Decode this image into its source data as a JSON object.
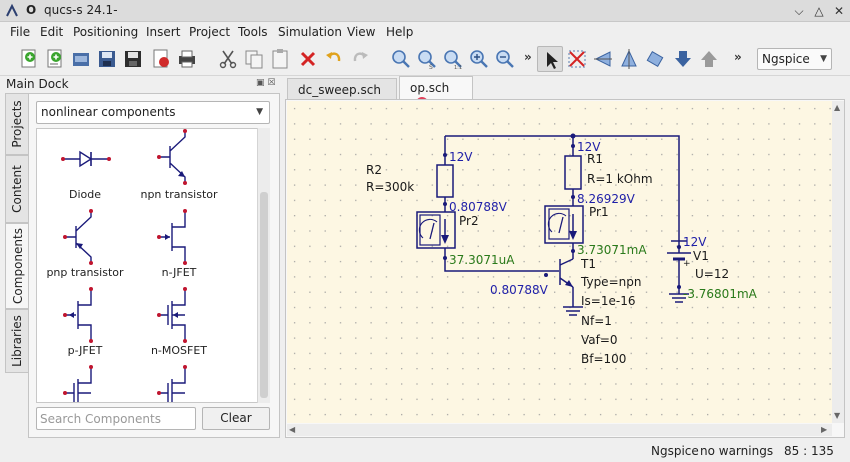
{
  "window": {
    "title": "qucs-s 24.1-",
    "o_mark": "O"
  },
  "menu": [
    "File",
    "Edit",
    "Positioning",
    "Insert",
    "Project",
    "Tools",
    "Simulation",
    "View",
    "Help"
  ],
  "toolbar": {
    "icons": [
      "new-file-icon",
      "new-text-icon",
      "open-icon",
      "save-icon",
      "save-all-icon",
      "print-preview-icon",
      "print-icon",
      "cut-icon",
      "copy-icon",
      "paste-icon",
      "delete-icon",
      "undo-icon",
      "redo-icon",
      "zoom-fit-icon",
      "zoom-selection-icon",
      "zoom-1to1-icon",
      "zoom-in-icon",
      "zoom-out-icon",
      "select-icon",
      "deactivate-icon",
      "mirror-x-icon",
      "mirror-y-icon",
      "rotate-icon",
      "enter-subcircuit-icon",
      "leave-subcircuit-icon"
    ],
    "overflow_label": "»",
    "simulator": "Ngspice"
  },
  "dock": {
    "title": "Main Dock",
    "tabs": [
      "Projects",
      "Content",
      "Components",
      "Libraries"
    ],
    "active_tab": "Components",
    "category": "nonlinear components",
    "components": [
      "Diode",
      "npn transistor",
      "pnp transistor",
      "n-JFET",
      "p-JFET",
      "n-MOSFET"
    ],
    "search_placeholder": "Search Components",
    "clear_label": "Clear"
  },
  "tabs": [
    {
      "label": "dc_sweep.sch"
    },
    {
      "label": "op.sch"
    }
  ],
  "active_doc_tab": "op.sch",
  "schematic": {
    "r2_name": "R2",
    "r2_value": "R=300k",
    "r2_top_voltage": "12V",
    "r2_bottom_voltage": "0.80788V",
    "pr2_name": "Pr2",
    "pr2_current": "37.3071uA",
    "base_voltage": "0.80788V",
    "r1_name": "R1",
    "r1_value": "R=1 kOhm",
    "r1_top_voltage": "12V",
    "r1_bottom_voltage": "8.26929V",
    "pr1_name": "Pr1",
    "pr1_current": "3.73071mA",
    "t1_name": "T1",
    "t1_params": [
      "Type=npn",
      "Is=1e-16",
      "Nf=1",
      "Vaf=0",
      "Bf=100"
    ],
    "v1_voltage": "12V",
    "v1_name": "V1",
    "v1_value": "U=12",
    "v1_current": "-3.76801mA",
    "v1_plus": "+"
  },
  "status": {
    "simulator": "Ngspice",
    "warnings": "no warnings",
    "coords": "85 : 135"
  },
  "colors": {
    "wire": "#1a1a7a",
    "voltage_label": "#1f1fa8",
    "current_label": "#2a7a1a",
    "pin": "#c0152f",
    "grid_bg": "#fdf7e3"
  }
}
